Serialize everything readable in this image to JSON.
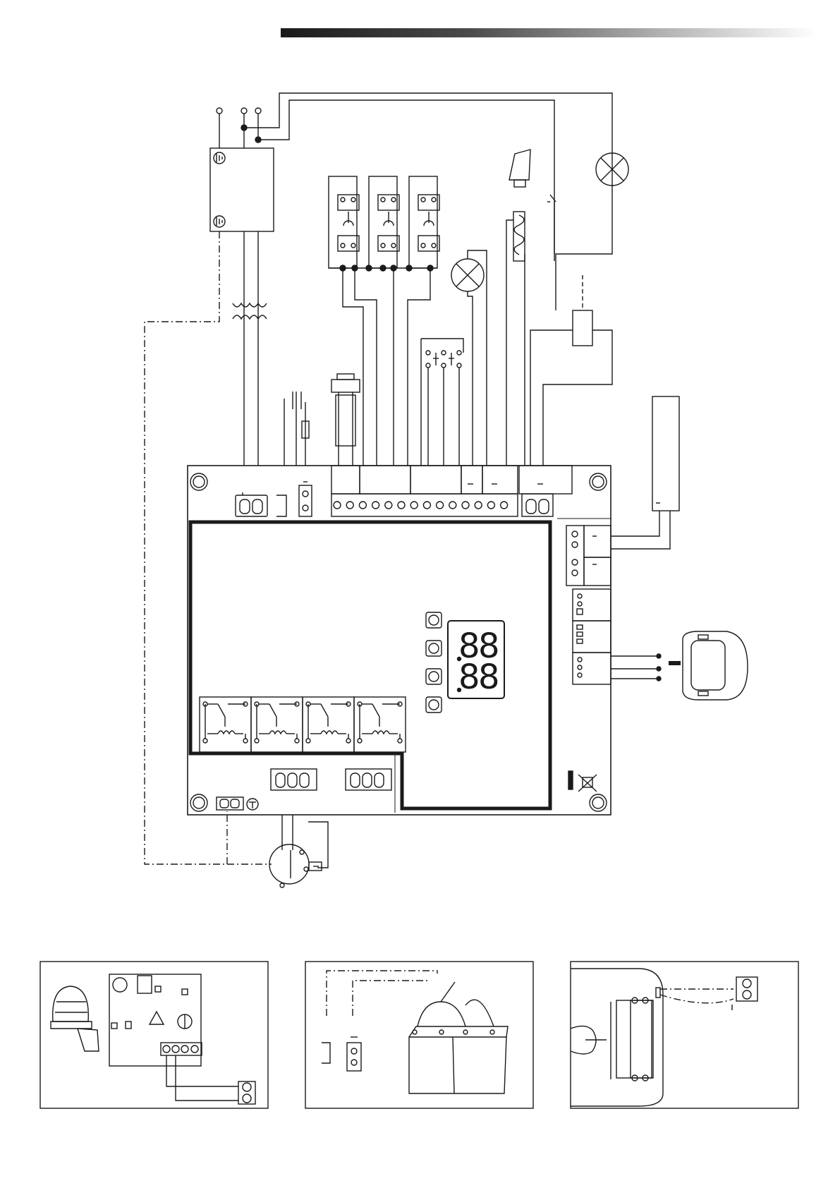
{
  "header": {
    "bar_colors": [
      "#1a1a1a",
      "#ffffff"
    ]
  },
  "diagram": {
    "stroke": "#1a1a1a",
    "display_digits": [
      "8",
      "8",
      "8",
      "8"
    ],
    "button_count": 4,
    "relay_count": 4,
    "terminal_count": 14
  }
}
